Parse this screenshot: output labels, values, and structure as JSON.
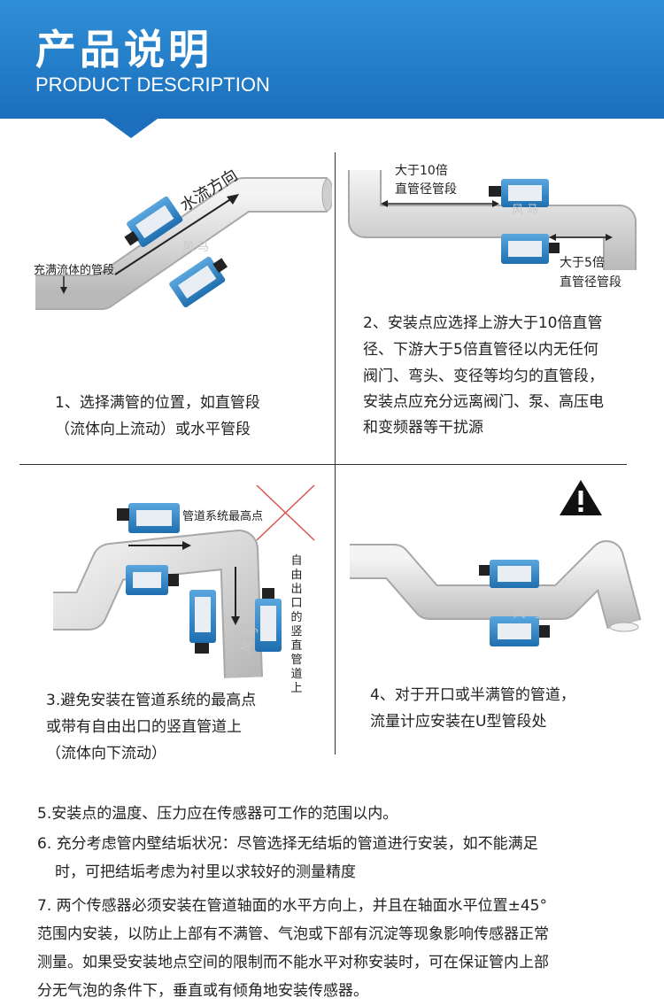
{
  "header": {
    "title": "产品说明",
    "subtitle": "PRODUCT DESCRIPTION"
  },
  "panel1": {
    "label_flow_direction": "水流方向",
    "label_full_pipe": "充满流体的管段",
    "watermark": "风 马",
    "caption_line1": "1、选择满管的位置，如直管段",
    "caption_line2": "（流体向上流动）或水平管段"
  },
  "panel2": {
    "label_upstream_line1": "大于10倍",
    "label_upstream_line2": "直管径管段",
    "label_downstream_line1": "大于5倍",
    "label_downstream_line2": "直管径管段",
    "watermark": "风 马",
    "caption_line1": "2、安装点应选择上游大于10倍直管",
    "caption_line2": "径、下游大于5倍直管径以内无任何",
    "caption_line3": "阀门、弯头、变径等均匀的直管段，",
    "caption_line4": "安装点应充分远离阀门、泵、高压电",
    "caption_line5": "和变频器等干扰源"
  },
  "panel3": {
    "label_highest": "管道系统最高点",
    "label_vertical": "自由出口的竖直管道上",
    "watermark": "风 马",
    "caption_line1": "3.避免安装在管道系统的最高点",
    "caption_line2": "或带有自由出口的竖直管道上",
    "caption_line3": "（流体向下流动）"
  },
  "panel4": {
    "warning_icon": "warning-triangle-icon",
    "watermark": "风 马",
    "caption_line1": "4、对于开口或半满管的管道，",
    "caption_line2": "流量计应安装在U型管段处"
  },
  "notes": {
    "note5": "5.安装点的温度、压力应在传感器可工作的范围以内。",
    "note6_line1": "6. 充分考虑管内壁结垢状况：尽管选择无结垢的管道进行安装，如不能满足",
    "note6_line2": "时，可把结垢考虑为衬里以求较好的测量精度",
    "note7_line1": "7. 两个传感器必须安装在管道轴面的水平方向上，并且在轴面水平位置±45°",
    "note7_line2": "范围内安装，以防止上部有不满管、气泡或下部有沉淀等现象影响传感器正常",
    "note7_line3": "测量。如果受安装地点空间的限制而不能水平对称安装时，可在保证管内上部",
    "note7_line4": "分无气泡的条件下，垂直或有倾角地安装传感器。"
  },
  "colors": {
    "banner": "#1b6fbd",
    "sensor_blue": "#2f86c9",
    "pipe": "#e3e3e3"
  }
}
